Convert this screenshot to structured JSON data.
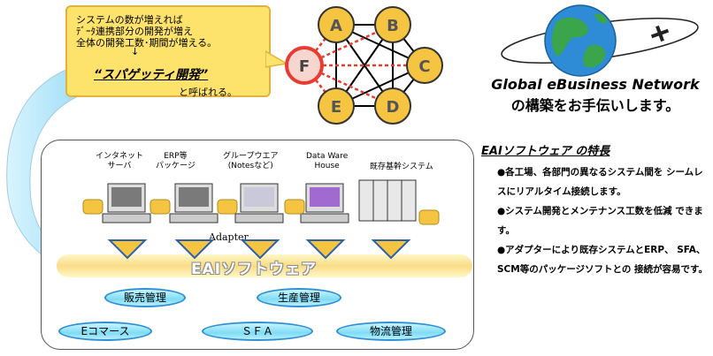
{
  "callout": {
    "line1": "システムの数が増えれば",
    "line2": "ﾃﾞｰﾀ連携部分の開発が増え",
    "line3": "全体の開発工数･期間が増える。",
    "arrow": "↓",
    "emphasis": "“スパゲッティ開発”",
    "tail": "と呼ばれる。"
  },
  "nodes": [
    "A",
    "B",
    "C",
    "D",
    "E",
    "F"
  ],
  "global": {
    "title": "Global eBusiness Network",
    "subtitle": "の構築をお手伝いします。"
  },
  "features": {
    "heading": "EAIソフトウェア の特長",
    "items": [
      "●各工場、各部門の異なるシステム間を シームレスにリアルタイム接続します。",
      "●システム開発とメンテナンス工数を低減 できます。",
      "●アダプターにより既存システムとERP、 SFA、SCM等のパッケージソフトとの 接続が容易です。"
    ]
  },
  "systems": [
    {
      "label": "インタネット\nサーバ"
    },
    {
      "label": "ERP等\nパッケージ"
    },
    {
      "label": "グループウエア\n(Notesなど)"
    },
    {
      "label": "Data Ware\nHouse"
    },
    {
      "label": "既存基幹システム"
    }
  ],
  "adapter_label": "Adapter",
  "eai_label": "EAIソフトウェア",
  "modules": [
    "販売管理",
    "生産管理",
    "Eコマース",
    "ＳＦＡ",
    "物流管理"
  ],
  "colors": {
    "callout_bg": "#fde36b",
    "node_fill": "#f5c542",
    "node_highlight": "#e63c32",
    "eai_bar": "#f9dc86",
    "module_fill": "#7fdcf5",
    "adapter_arrow": "#f5c542"
  }
}
